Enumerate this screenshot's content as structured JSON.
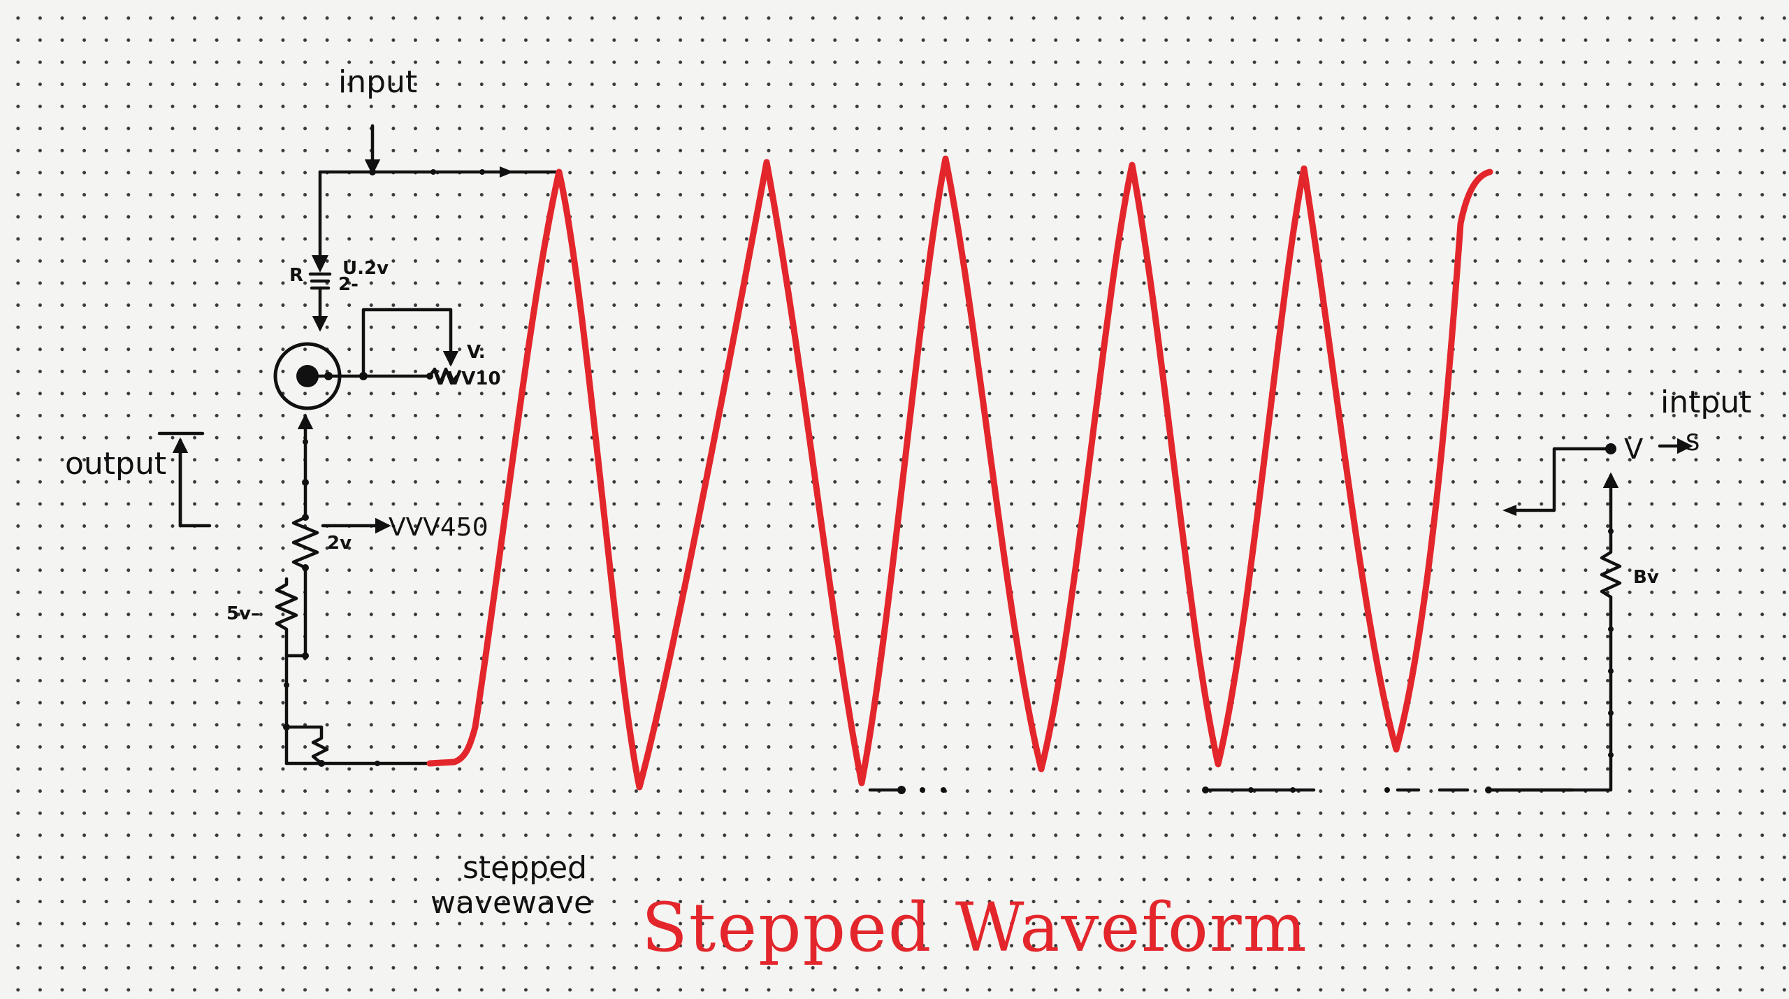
{
  "labels": {
    "input_top": "input",
    "output_left": "output",
    "resistor_r": "R",
    "voltage_top": "U.2v",
    "terminal_2": "2-",
    "v_dot": "V.",
    "pot_10": "VVV10",
    "volt_2v": "2v",
    "pot_450": "VVV450",
    "volt_5v": "5v–",
    "input_right": "intput",
    "v_arrow": "V",
    "s_label": "S",
    "bv_label": "Bv",
    "stepped_line1": "stepped",
    "stepped_line2": "wavewave",
    "title": "Stepped Waveform"
  },
  "colors": {
    "waveform": "#e3262b",
    "wire": "#111111",
    "background": "#f4f4f2"
  }
}
